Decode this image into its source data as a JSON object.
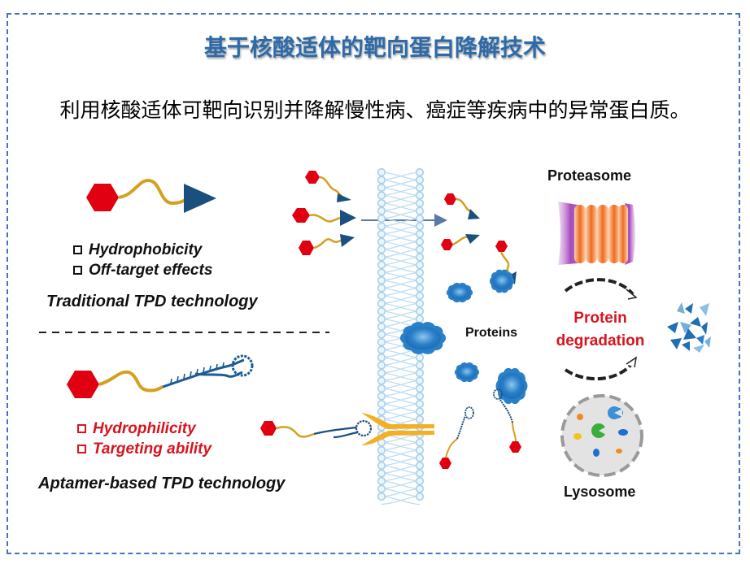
{
  "header": {
    "title": "基于核酸适体的靶向蛋白降解技术",
    "subtitle": "利用核酸适体可靶向识别并降解慢性病、癌症等疾病中的异常蛋白质。"
  },
  "traditional": {
    "properties": [
      "Hydrophobicity",
      "Off-target effects"
    ],
    "caption": "Traditional TPD technology"
  },
  "aptamer": {
    "properties": [
      "Hydrophilicity",
      "Targeting ability"
    ],
    "caption": "Aptamer-based TPD technology"
  },
  "labels": {
    "proteins": "Proteins",
    "proteasome": "Proteasome",
    "degradation_line1": "Protein",
    "degradation_line2": "degradation",
    "lysosome": "Lysosome"
  },
  "colors": {
    "frame": "#4472c4",
    "title": "#2e6aa8",
    "warhead": "#e00012",
    "linker": "#d4a020",
    "ligand": "#1b4f7e",
    "membrane": "#a9cfea",
    "protein": "#2a80c8",
    "red_text": "#d8141e"
  }
}
